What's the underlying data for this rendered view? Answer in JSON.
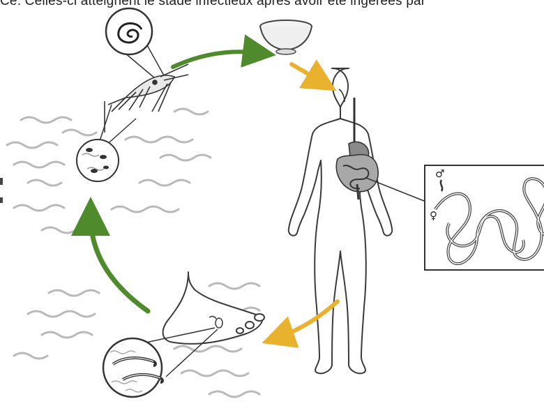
{
  "caption": "Ce. Celles-ci atteignent le stade infectieux après avoir été ingérées par",
  "male_symbol": "♂",
  "female_symbol": "♀",
  "colors": {
    "green_arrow": "#4f8a2c",
    "yellow_arrow": "#e8b22e",
    "water": "#b9b9b9",
    "outline": "#3a3a3a",
    "organ": "#8a8a8a"
  },
  "stages": [
    {
      "name": "copepod-with-larva",
      "icon": "copepod-icon"
    },
    {
      "name": "drinking-water",
      "icon": "water-bowl-icon"
    },
    {
      "name": "human-host",
      "icon": "human-body-icon"
    },
    {
      "name": "adult-worms",
      "icon": "worm-icon"
    },
    {
      "name": "larvae-released",
      "icon": "foot-icon"
    }
  ]
}
